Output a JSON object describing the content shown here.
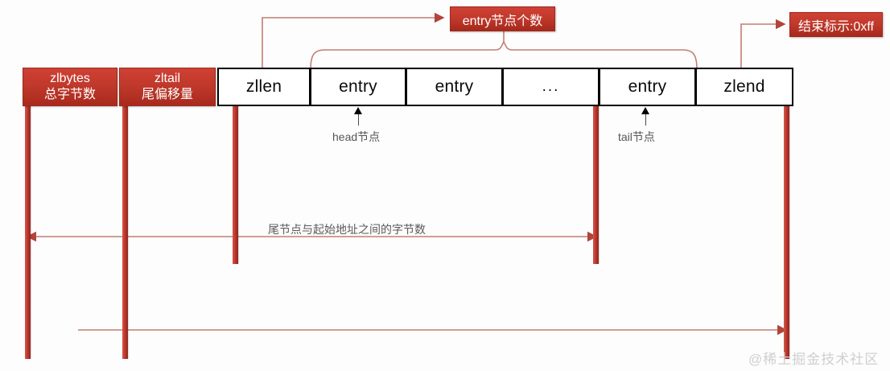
{
  "diagram": {
    "title": "ziplist memory layout",
    "accent_red": "#c0392b",
    "bar_red": "#b5342a",
    "line_red": "#c47c74",
    "text_dark": "#0b0b0b",
    "leader_grey": "#555555"
  },
  "header_blocks": [
    {
      "name": "zlbytes",
      "line1": "zlbytes",
      "line2": "总字节数"
    },
    {
      "name": "zltail",
      "line1": "zltail",
      "line2": "尾偏移量"
    }
  ],
  "cells": [
    {
      "label": "zllen",
      "kind": "field"
    },
    {
      "label": "entry",
      "kind": "entry"
    },
    {
      "label": "entry",
      "kind": "entry"
    },
    {
      "label": "...",
      "kind": "ellipsis"
    },
    {
      "label": "entry",
      "kind": "entry"
    },
    {
      "label": "zlend",
      "kind": "field"
    }
  ],
  "callouts": [
    {
      "name": "entry-count",
      "text": "entry节点个数"
    },
    {
      "name": "end-marker",
      "text": "结束标示:0xff"
    }
  ],
  "leaders": [
    {
      "name": "head-node",
      "text": "head节点"
    },
    {
      "name": "tail-node",
      "text": "tail节点"
    }
  ],
  "measures": [
    {
      "name": "tail-offset-measure",
      "text": "尾节点与起始地址之间的字节数"
    },
    {
      "name": "total-bytes-measure",
      "text": ""
    }
  ],
  "watermark": {
    "text": "@稀土掘金技术社区"
  }
}
